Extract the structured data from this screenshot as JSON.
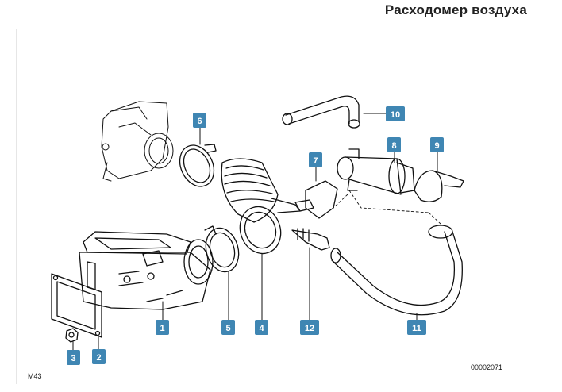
{
  "title": "Расходомер воздуха",
  "footer": {
    "left_code": "M43",
    "right_code": "00002071"
  },
  "callouts": [
    {
      "label": "1"
    },
    {
      "label": "2"
    },
    {
      "label": "3"
    },
    {
      "label": "4"
    },
    {
      "label": "5"
    },
    {
      "label": "6"
    },
    {
      "label": "7"
    },
    {
      "label": "8"
    },
    {
      "label": "9"
    },
    {
      "label": "10"
    },
    {
      "label": "11"
    },
    {
      "label": "12"
    }
  ],
  "colors": {
    "callout_fill": "#3f86b3",
    "line": "#111111"
  }
}
